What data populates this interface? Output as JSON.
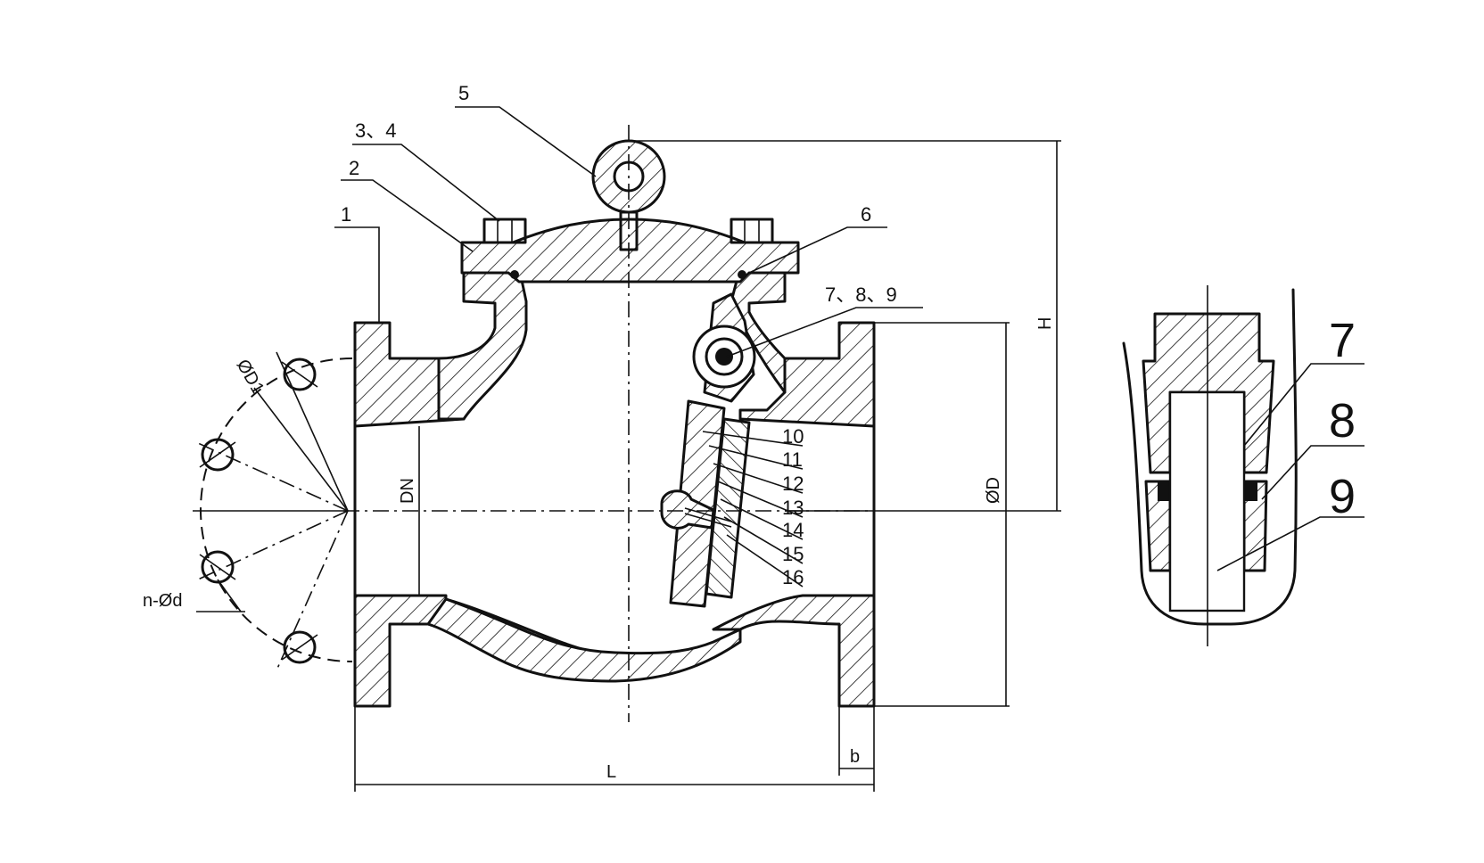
{
  "callouts": {
    "c1": "1",
    "c2": "2",
    "c34": "3、4",
    "c5": "5",
    "c6": "6",
    "c789": "7、8、9",
    "c10": "10",
    "c11": "11",
    "c12": "12",
    "c13": "13",
    "c14": "14",
    "c15": "15",
    "c16": "16"
  },
  "dimensions": {
    "d1": "ØD1",
    "dn": "DN",
    "d": "ØD",
    "h": "H",
    "l": "L",
    "b": "b",
    "nd": "n-Ød"
  },
  "detail": {
    "c7": "7",
    "c8": "8",
    "c9": "9"
  }
}
